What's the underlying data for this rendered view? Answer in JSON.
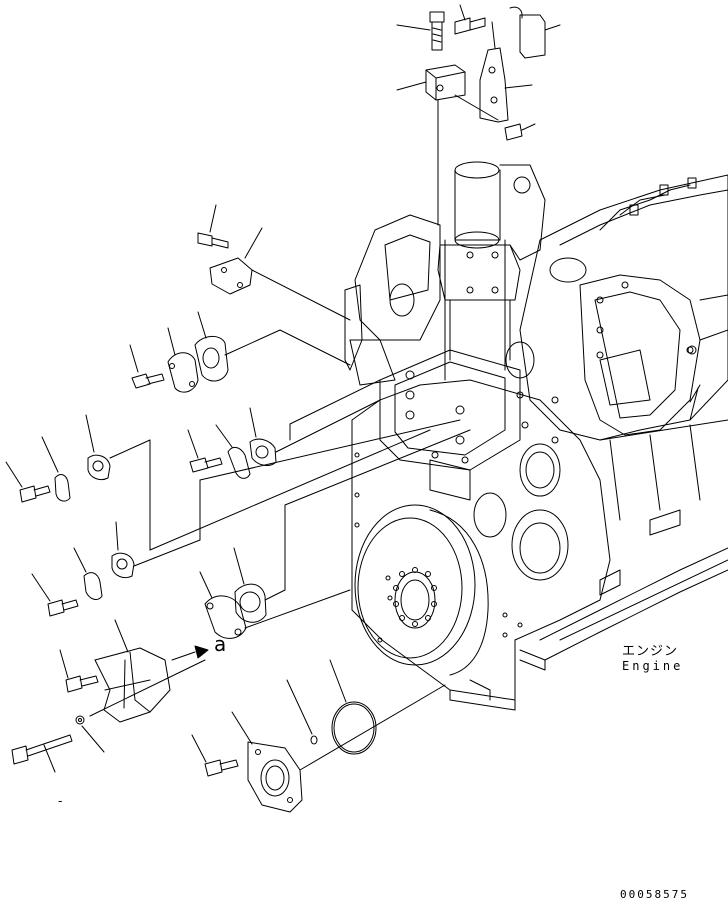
{
  "drawing": {
    "engine_label_jp": "エンジン",
    "engine_label_en": "Engine",
    "arrow_label": "a",
    "dash_marker": "-",
    "document_number": "00058575"
  },
  "colors": {
    "line": "#000000",
    "background": "#ffffff"
  }
}
